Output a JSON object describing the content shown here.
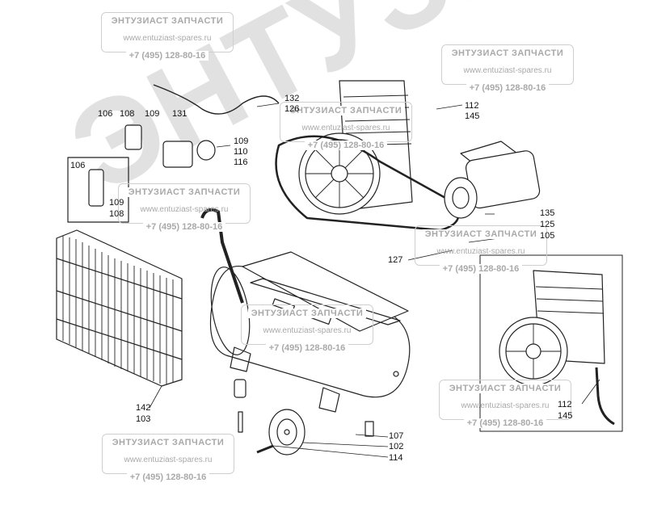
{
  "watermark": {
    "title": "ЭНТУЗИАСТ ЗАПЧАСТИ",
    "url": "www.entuziast-spares.ru",
    "phone": "+7 (495) 128-80-16",
    "big_text": "ЭНТУЗИАСТ"
  },
  "part_labels": {
    "l106a": "106",
    "l108a": "108",
    "l109a": "109",
    "l131": "131",
    "l132": "132",
    "l126": "126",
    "l112a": "112",
    "l145a": "145",
    "l109b": "109",
    "l110": "110",
    "l116": "116",
    "l106b": "106",
    "l109c": "109",
    "l108b": "108",
    "l135": "135",
    "l125": "125",
    "l105": "105",
    "l127": "127",
    "l142": "142",
    "l103": "103",
    "l107": "107",
    "l102": "102",
    "l114": "114",
    "l112b": "112",
    "l145b": "145"
  }
}
